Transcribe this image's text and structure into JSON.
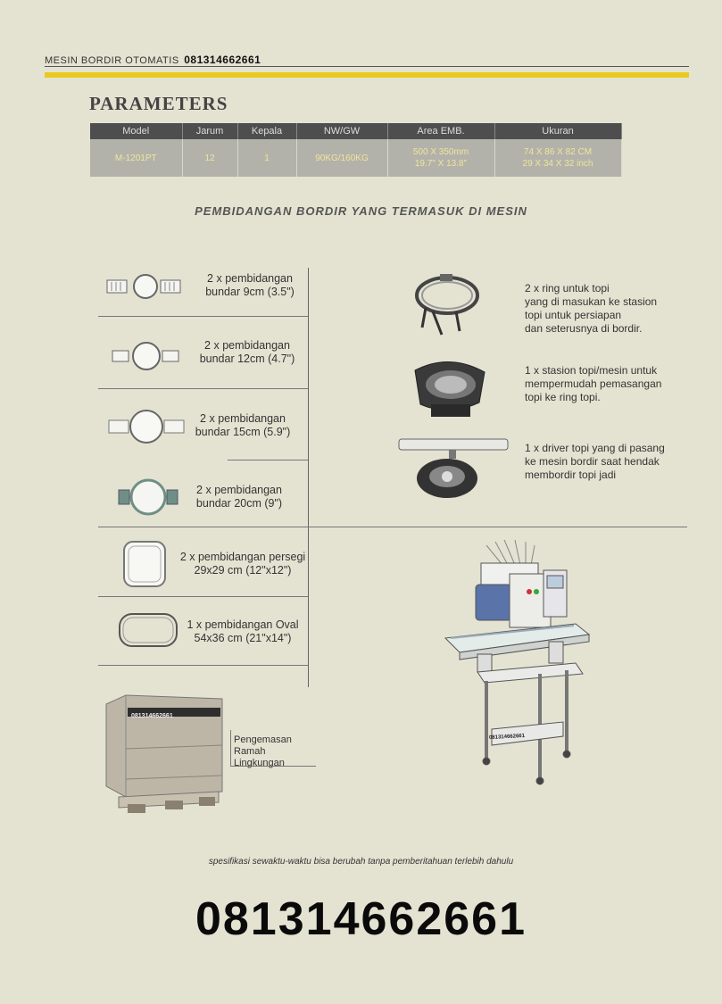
{
  "header": {
    "title": "MESIN BORDIR OTOMATIS",
    "phone": "081314662661"
  },
  "parameters": {
    "title": "PARAMETERS",
    "columns": [
      "Model",
      "Jarum",
      "Kepala",
      "NW/GW",
      "Area EMB.",
      "Ukuran"
    ],
    "row": {
      "model": "M-1201PT",
      "jarum": "12",
      "kepala": "1",
      "nwgw": "90KG/160KG",
      "area_line1": "500 X 350mm",
      "area_line2": "19.7\" X 13.8\"",
      "ukuran_line1": "74 X 86 X 82 CM",
      "ukuran_line2": "29 X 34 X 32 inch"
    }
  },
  "section_title": "PEMBIDANGAN BORDIR YANG TERMASUK DI MESIN",
  "hoops": [
    {
      "line1": "2 x pembidangan",
      "line2": "bundar 9cm (3.5\")"
    },
    {
      "line1": "2 x pembidangan",
      "line2": "bundar 12cm (4.7\")"
    },
    {
      "line1": "2 x pembidangan",
      "line2": "bundar 15cm (5.9\")"
    },
    {
      "line1": "2 x pembidangan",
      "line2": "bundar 20cm (9\")"
    },
    {
      "line1": "2 x pembidangan persegi",
      "line2": "29x29 cm (12\"x12\")"
    },
    {
      "line1": "1 x pembidangan Oval",
      "line2": "54x36 cm (21\"x14\")"
    }
  ],
  "cap_items": [
    {
      "lines": [
        "2 x ring untuk topi",
        "yang di masukan ke stasion",
        "topi untuk persiapan",
        "dan seterusnya di bordir."
      ]
    },
    {
      "lines": [
        "1 x stasion topi/mesin untuk",
        "mempermudah pemasangan",
        "topi ke ring topi."
      ]
    },
    {
      "lines": [
        "1 x driver topi yang di pasang",
        "ke mesin bordir saat hendak",
        "membordir topi jadi"
      ]
    }
  ],
  "packaging": {
    "box_phone": "081314662661",
    "lines": [
      "Pengemasan",
      "Ramah",
      "Lingkungan"
    ]
  },
  "machine_label": "081314662661",
  "footer_note": "spesifikasi  sewaktu-waktu bisa berubah tanpa pemberitahuan terlebih dahulu",
  "big_phone": "081314662661"
}
